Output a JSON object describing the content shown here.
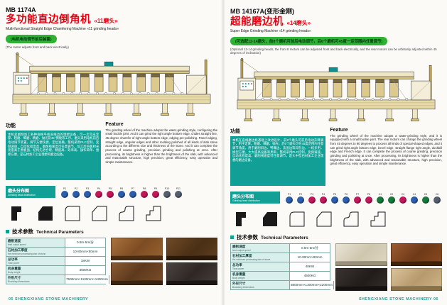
{
  "colors": {
    "red": "#e60012",
    "green": "#2eb135",
    "teal": "#12a096",
    "gold": "#d8c277"
  },
  "footer": {
    "left": "05 SHENGXIANG STONE MACHINERY",
    "right": "SHENGXIANG STONE MACHINERY 06"
  },
  "left": {
    "model": "MB 1174A",
    "title_zh": "多功能直边倒角机",
    "title_tag": "«11磨头»",
    "title_en": "Multi-functional Straight Edge Chamfering Machine «11 grinding heads»",
    "banner_zh": "(电机电动调节前后装置)",
    "banner_en": "(The motor adjusts front and back electrically)",
    "func_heading": "功能",
    "func_text": "本机是磨削加工各种规格平板直线边的理想设备，可一次完成定厚、粗磨、细磨、精磨、抛光及45°倒棱等工序。磨头采用电机前后电动调节装置，调节方便快捷，定位准确。整机采用PLC控制，变频调速，自动化程度高，磨削线速度可任意调节。加工后的板材光亮度高于原板面，结构先进合理，精度高、效率高、操作简单、维修方便，是石材加工企业理想的磨边设备。",
    "feature_heading": "Feature",
    "feature_text": "The grinding wheel of the machine adopts the water-grinding style, configuring the small buckle joint. And it can grind the right angle bottom edge, chides straight line, 45 degree chamfer of right angle bottom edge, edging pre-polishing. Panel edging, straight edge, angular edges and other molding polished of all kinds of slab stone according to the different size and thickness of the stone. And it can complete the process of coarse grinding, precision grinding and polishing at once. After processing, its brightness is higher than the brightness of the slab, with advanced and reasonable structure, high precision, great efficiency, easy operation and simple maintenance.",
    "dist_zh": "磨头分布图",
    "dist_en": "Grinding head distribution",
    "heads": [
      {
        "label": "P1",
        "color": "#2b5fad"
      },
      {
        "label": "P2",
        "color": "#2b5fad"
      },
      {
        "label": "P3",
        "color": "#2b5fad"
      },
      {
        "label": "P4",
        "color": "#c2185b"
      },
      {
        "label": "P5",
        "color": "#c2185b"
      },
      {
        "label": "P6",
        "color": "#2b5fad"
      },
      {
        "label": "P7",
        "color": "#2b5fad"
      },
      {
        "label": "P8",
        "color": "#c2185b"
      },
      {
        "label": "P9",
        "color": "#c2185b"
      },
      {
        "label": "P10",
        "color": "#546070"
      },
      {
        "label": "P11",
        "color": "#546070"
      }
    ],
    "params_zh": "技术参数",
    "params_en": "Technical Parameters",
    "params": [
      {
        "zh": "磨削速度",
        "en": "feed output speed",
        "value": "0.8m-5m/分"
      },
      {
        "zh": "石材加工厚度",
        "en": "the minimum processing size of stone",
        "value": "10-80mm×80mm"
      },
      {
        "zh": "总功率",
        "en": "Total power",
        "value": "18KW"
      },
      {
        "zh": "机身重量",
        "en": "Body weight",
        "value": "3600KG"
      },
      {
        "zh": "外形尺寸",
        "en": "Boundary dimensions",
        "value": "7500mm×1100mm×1400mm"
      }
    ],
    "samples": [
      {
        "bg": "linear-gradient(135deg,#a9713d,#7c4c22 55%,#93602f)",
        "edge": "#4a2c12"
      },
      {
        "bg": "linear-gradient(135deg,#6e4a26,#4a2f15 60%,#5d3d1e)",
        "edge": "#2a1808"
      },
      {
        "bg": "linear-gradient(135deg,#8a5a33,#5d3a1c 50%,#774b28)",
        "edge": "#3a2410"
      },
      {
        "bg": "linear-gradient(135deg,#4c4440,#2e2724 55%,#433b37)",
        "edge": "#1c1714"
      }
    ]
  },
  "right": {
    "model": "MB 14167A(变形金刚)",
    "title_zh": "超能磨边机",
    "title_tag": "«14磨头»",
    "title_en": "Super Edge Grinding Machine «14 grinding heads»",
    "banner_zh": "(可选配12-14磨头，前8个磨机可前后电动调节，后6个磨机可45度一定范围内任意调节)",
    "banner_en": "(Optional 12-14 grinding heads, the front 8 motors can be adjusted front and back electrically, and the rear motors can be arbitrarily adjusted within 45 degrees of inclination)",
    "func_heading": "功能",
    "func_text": "本机在直线磨边机基础上改进设计，前8个磨头可前后电动升降调节，用于定厚、粗磨、细磨、抛光；后6个磨头可在45度范围内任意调节角度，用于磨削斜边、鸭嘴边、法国边等异形边，一机多用，换型方便，大大提高设备利用率。整机采用PLC控制，变频调速，自动化程度高，磨削线速度可任意调节，是大中型石材加工企业理想的磨边设备。",
    "feature_heading": "Feature",
    "feature_text": "The grinding wheel of the machine adopts a water-grinding style, and it is equipped with a small buckle joint. The rear motors can change the grinding wheel from 45 degrees to 90 degrees to process all kinds of special-shaped edges, and it can grind right angle bottom edge, bevel edge, straight flange right angle, duckbill edge and French edge. It can complete the process of coarse grinding, precision grinding and polishing at once. After processing, its brightness is higher than the brightness of the slab, with advanced and reasonable structure, high precision, great efficiency, easy operation and simple maintenance.",
    "dist_zh": "磨头分布图",
    "dist_en": "Grinding head distribution",
    "heads": [
      {
        "label": "P1",
        "color": "#2b5fad"
      },
      {
        "label": "P2",
        "color": "#2b5fad"
      },
      {
        "label": "P3",
        "color": "#c2185b"
      },
      {
        "label": "P4",
        "color": "#c2185b"
      },
      {
        "label": "P5",
        "color": "#2b5fad"
      },
      {
        "label": "P6",
        "color": "#2b5fad"
      },
      {
        "label": "P7",
        "color": "#c2185b"
      },
      {
        "label": "P8",
        "color": "#c2185b"
      },
      {
        "label": "C1",
        "color": "#157a3c"
      },
      {
        "label": "C2",
        "color": "#157a3c"
      },
      {
        "label": "C3",
        "color": "#c2185b"
      },
      {
        "label": "C4",
        "color": "#2b5fad"
      },
      {
        "label": "C5",
        "color": "#157a3c"
      },
      {
        "label": "C6",
        "color": "#546070"
      }
    ],
    "params_zh": "技术参数",
    "params_en": "Technical Parameters",
    "params": [
      {
        "zh": "磨削速度",
        "en": "feed output speed",
        "value": "0.8m-5m/分"
      },
      {
        "zh": "石材加工厚度",
        "en": "the minimum processing size of stone",
        "value": "10-80mm×80mm"
      },
      {
        "zh": "总功率",
        "en": "Total power",
        "value": "48KW"
      },
      {
        "zh": "机身重量",
        "en": "Body weight",
        "value": "4500KG"
      },
      {
        "zh": "外形尺寸",
        "en": "Boundary dimensions",
        "value": "8800mm×1300mm×2200mm"
      }
    ],
    "samples": [
      {
        "bg": "linear-gradient(135deg,#e9e4d4,#cfc6ae 55%,#ded5bf)",
        "edge": "#9a9078"
      },
      {
        "bg": "linear-gradient(135deg,#9c5a30,#6e3a18 55%,#86481f)",
        "edge": "#3f2208"
      },
      {
        "bg": "linear-gradient(135deg,#3a3431,#211c1a 60%,#322c29)",
        "edge": "#141110"
      },
      {
        "bg": "linear-gradient(135deg,#d9c29a,#b79a6d 55%,#cbb184)",
        "edge": "#8a7147"
      }
    ]
  }
}
